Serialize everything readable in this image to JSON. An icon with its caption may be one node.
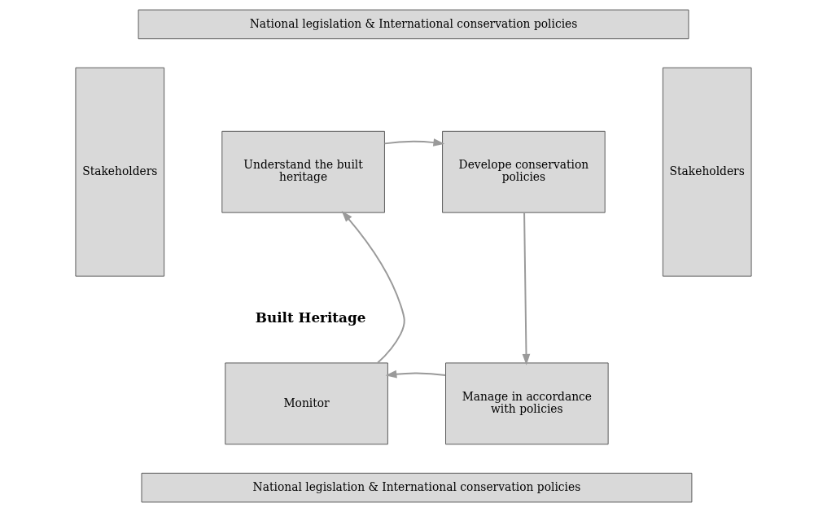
{
  "diagram": {
    "nodes": [
      {
        "text": [
          "National legislation & International conservation policies"
        ]
      },
      {
        "text": [
          "Stakeholders"
        ]
      },
      {
        "text": [
          "Understand the built heritage"
        ]
      },
      {
        "text": [
          "Develope conservation policies"
        ]
      },
      {
        "text": [
          "Manage in accordance with policies"
        ]
      },
      {
        "text": [
          "Monitor"
        ]
      },
      {
        "text": [
          "Stakeholders"
        ]
      },
      {
        "text": [
          "National legislation & International conservation policies"
        ]
      }
    ],
    "edges": [
      {
        "from": 2,
        "to": 3,
        "arrow": "to"
      },
      {
        "from": 3,
        "to": 4,
        "arrow": "to"
      },
      {
        "from": 4,
        "to": 5,
        "arrow": "to"
      },
      {
        "from": 5,
        "to": 2,
        "arrow": "to"
      }
    ],
    "labels": [
      "Built Heritage"
    ]
  }
}
